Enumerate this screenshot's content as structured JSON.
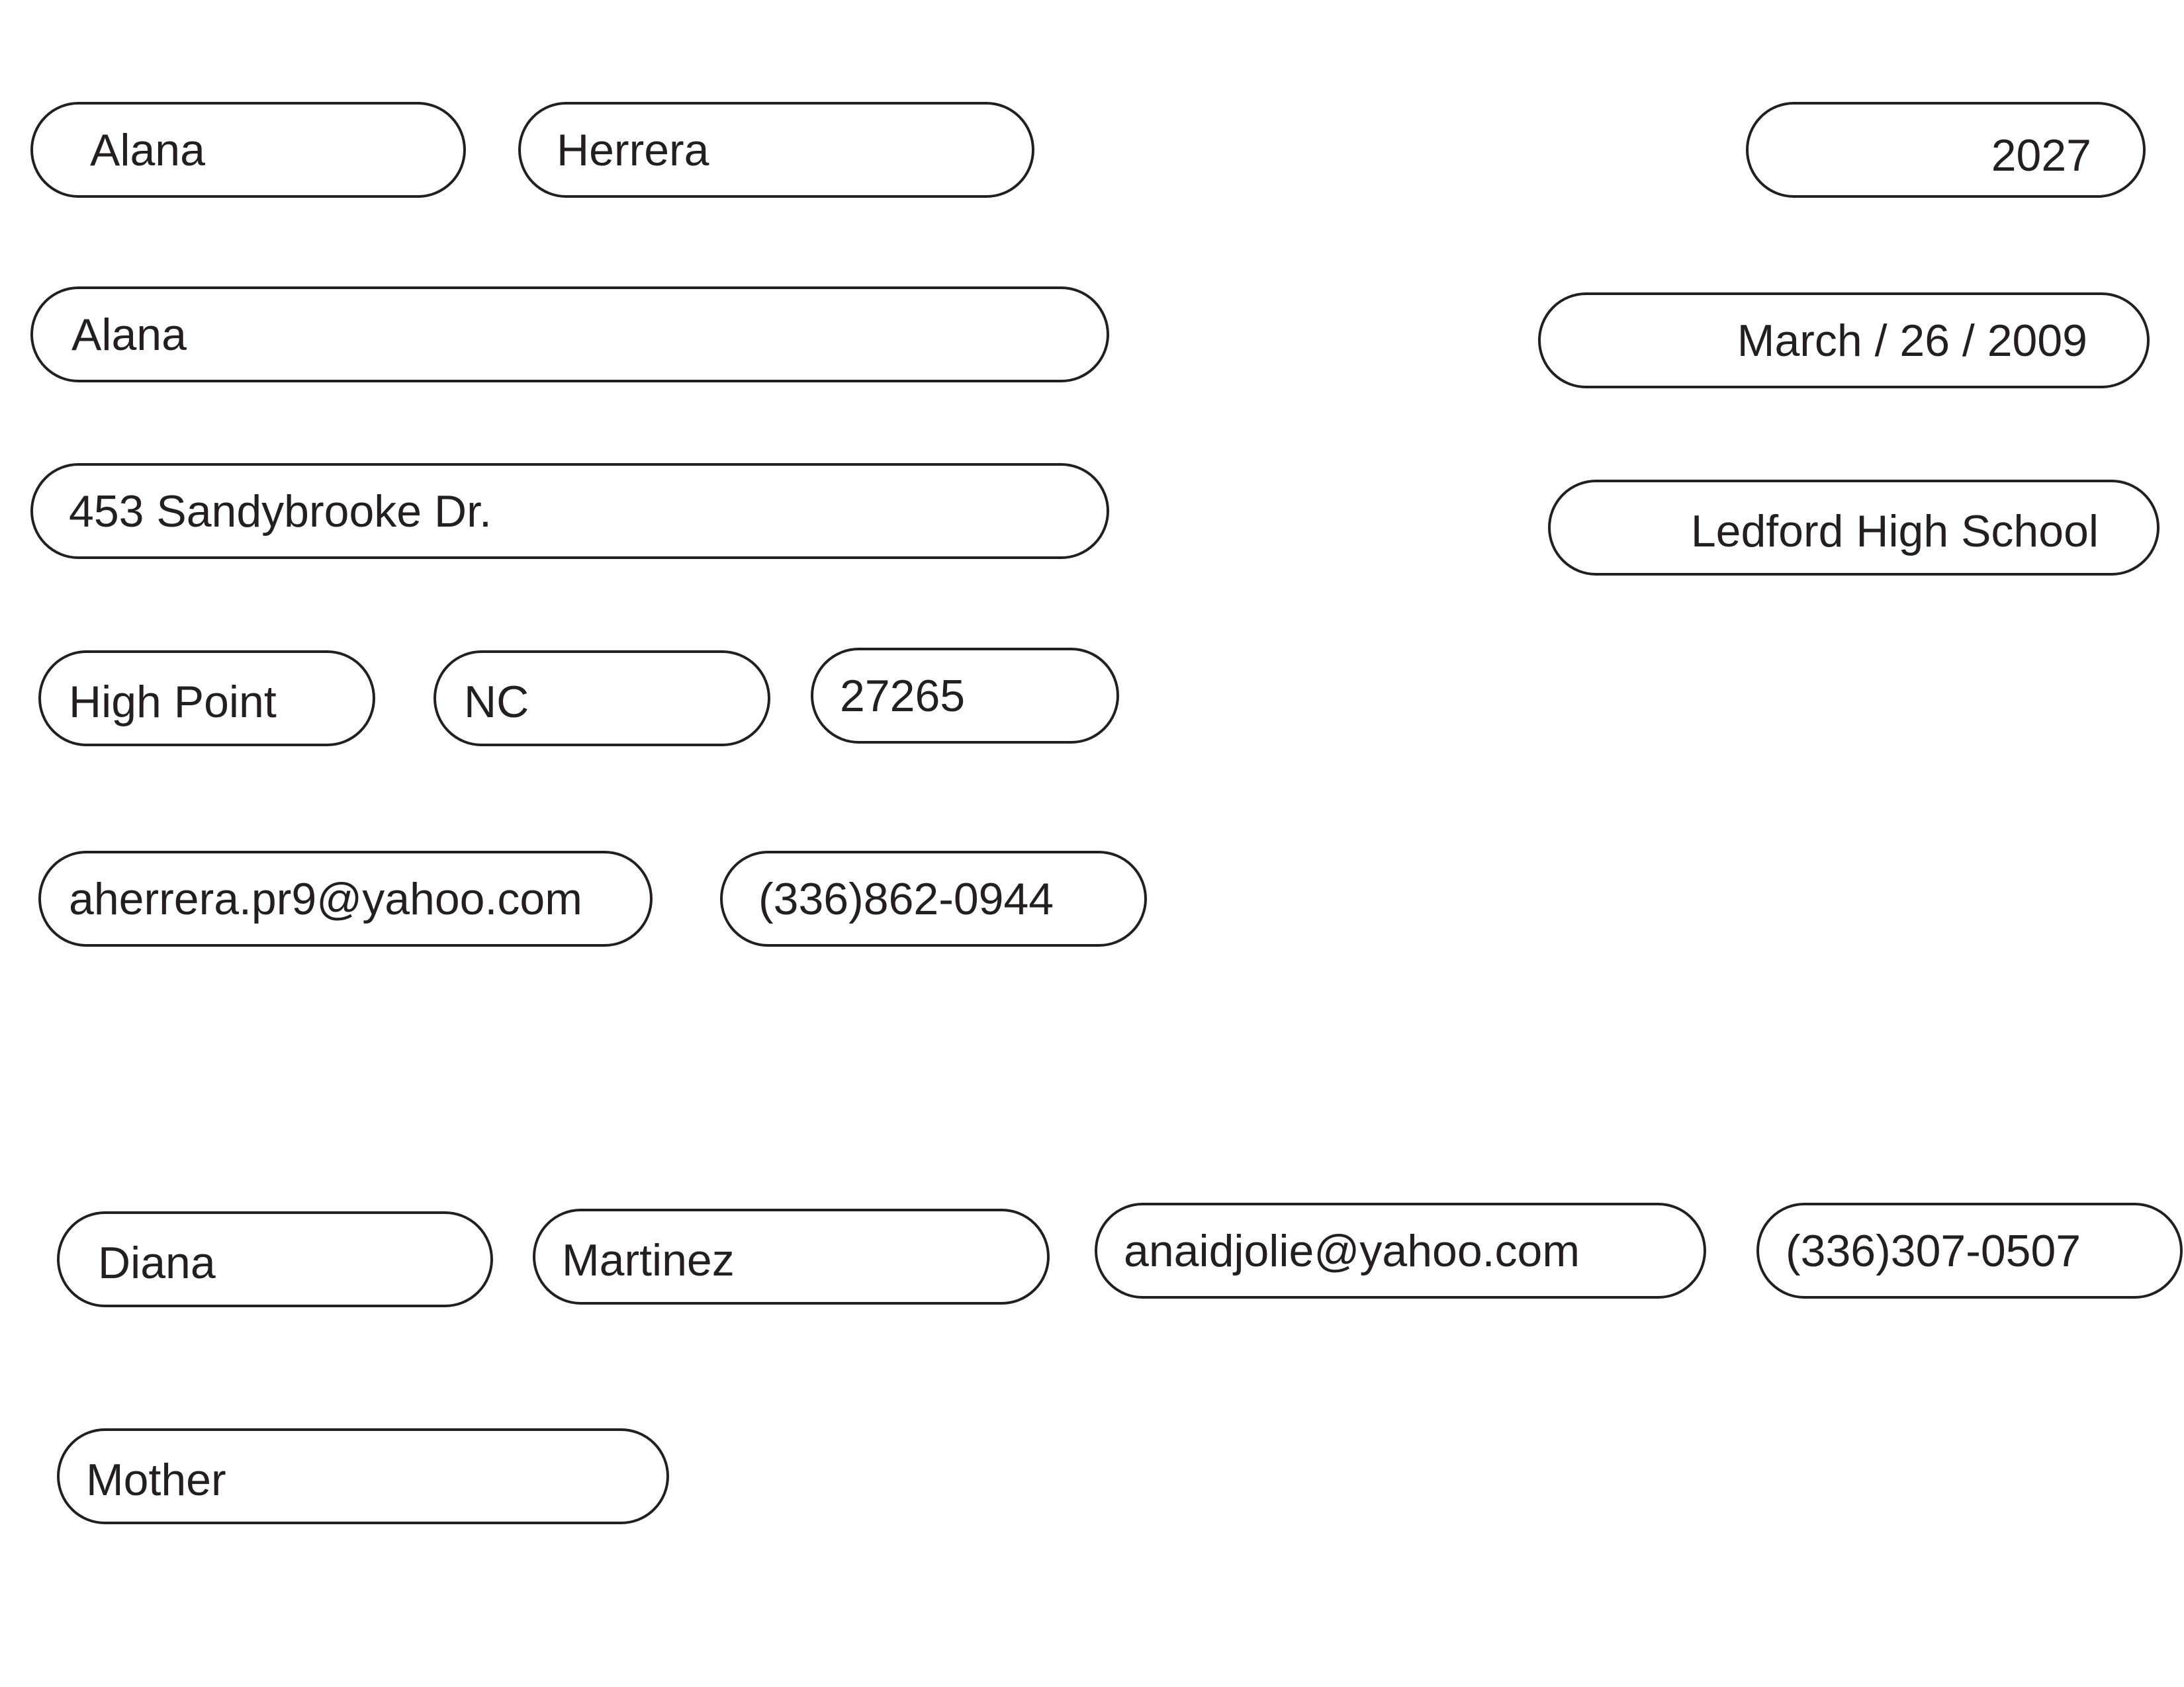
{
  "student": {
    "first_name": "Alana",
    "last_name": "Herrera",
    "graduation_year": "2027",
    "preferred_name": "Alana",
    "date_of_birth": "March / 26 / 2009",
    "street_address": "453 Sandybrooke Dr.",
    "school": "Ledford High School",
    "city": "High Point",
    "state": "NC",
    "zip": "27265",
    "email": "aherrera.pr9@yahoo.com",
    "phone": "(336)862-0944"
  },
  "guardian": {
    "first_name": "Diana",
    "last_name": "Martinez",
    "email": "anaidjolie@yahoo.com",
    "phone": "(336)307-0507",
    "relationship": "Mother"
  }
}
